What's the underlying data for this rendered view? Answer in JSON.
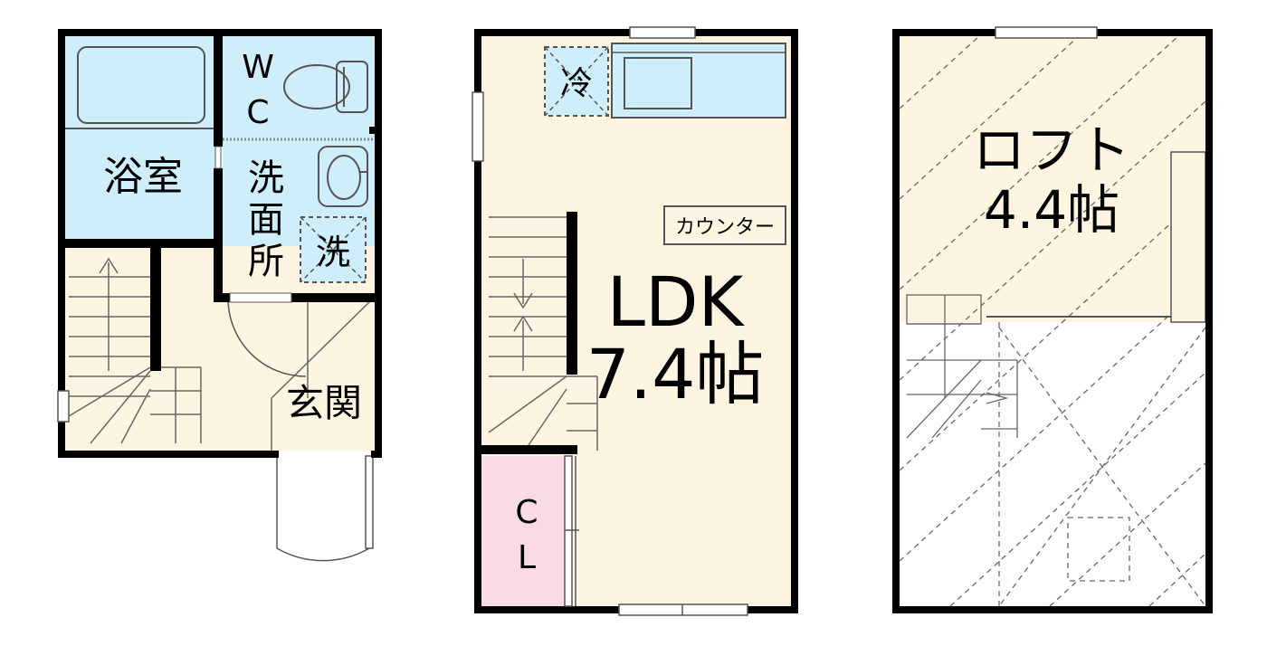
{
  "floor1": {
    "bath": "浴室",
    "wc_top": "W",
    "wc_bottom": "C",
    "washroom": [
      "洗",
      "面",
      "所"
    ],
    "washer": "洗",
    "entrance": "玄関"
  },
  "floor2": {
    "fridge": "冷",
    "counter": "カウンター",
    "ldk_name": "LDK",
    "ldk_size": "7.4帖",
    "closet_top": "C",
    "closet_bottom": "L"
  },
  "loft": {
    "name": "ロフト",
    "size": "4.4帖"
  },
  "colors": {
    "wall": "#000000",
    "wet_area": "#cfeefb",
    "floor": "#fdf5e2",
    "closet": "#f8dbe7",
    "line": "#666666"
  }
}
